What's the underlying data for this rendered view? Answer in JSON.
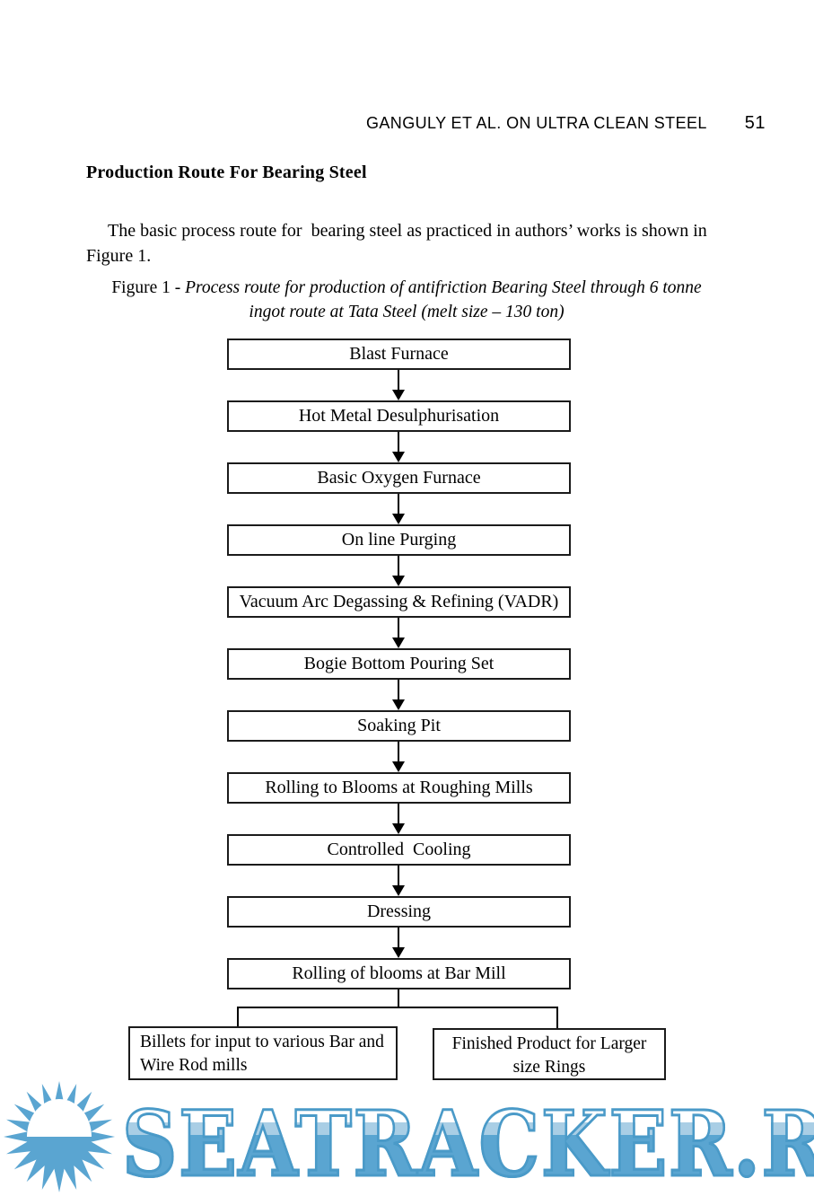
{
  "header": {
    "running_title": "GANGULY ET AL. ON ULTRA CLEAN STEEL",
    "page_number": "51"
  },
  "section": {
    "title": "Production Route For Bearing Steel"
  },
  "paragraph": {
    "line1": "The basic process route for  bearing steel as practiced in authors’ works is shown in",
    "line2": "Figure 1."
  },
  "figure": {
    "caption_prefix": "Figure 1 - ",
    "caption_line1": "Process route for production of antifriction Bearing Steel through 6 tonne",
    "caption_line2": "ingot route at Tata Steel (melt size – 130 ton)",
    "steps": [
      "Blast Furnace",
      "Hot Metal Desulphurisation",
      "Basic Oxygen Furnace",
      "On line Purging",
      "Vacuum Arc Degassing & Refining (VADR)",
      "Bogie Bottom Pouring Set",
      "Soaking Pit",
      "Rolling to Blooms at Roughing Mills",
      "Controlled  Cooling",
      "Dressing",
      "Rolling of blooms at Bar Mill"
    ],
    "outputs": [
      {
        "lines": [
          "Billets for input to various Bar and",
          "Wire Rod mills"
        ]
      },
      {
        "lines": [
          "Finished Product for Larger",
          "size Rings"
        ]
      }
    ]
  },
  "watermark": {
    "text": "SEATRACKER.RU",
    "icon": "sun-icon",
    "colors": {
      "outline": "#4A9AC8",
      "solid": "#5AA5D1",
      "light_band": "#A9CEE5"
    }
  }
}
